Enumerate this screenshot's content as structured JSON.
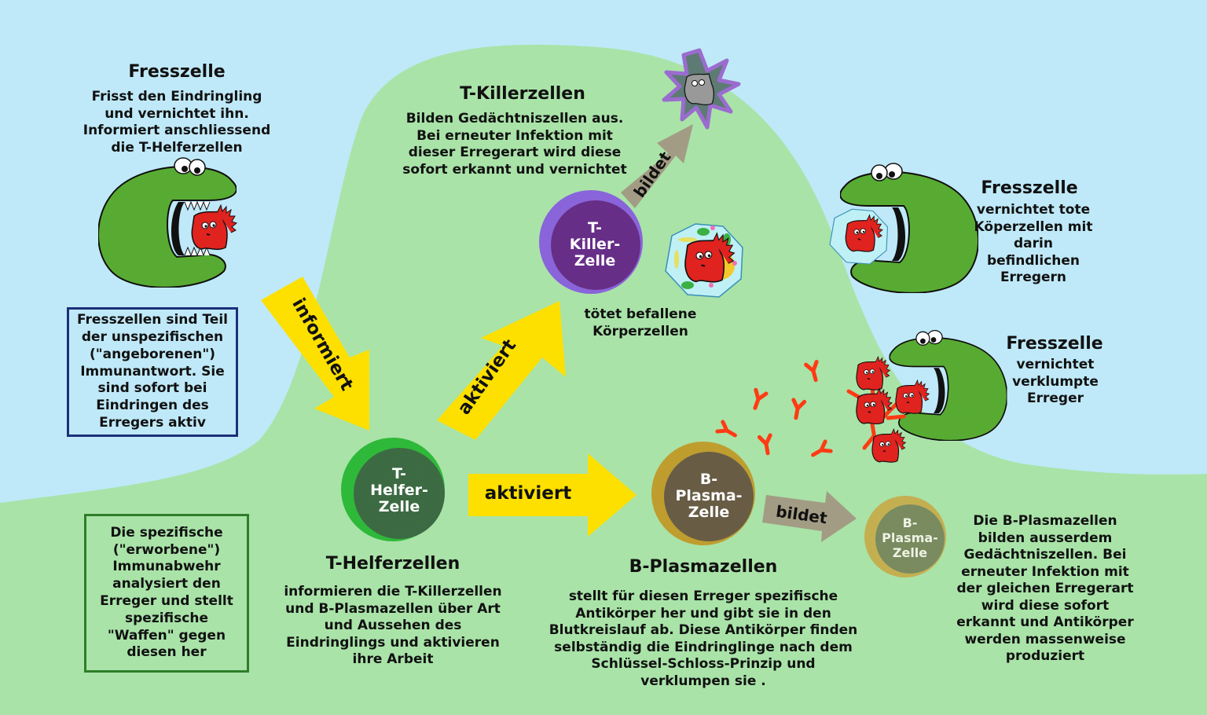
{
  "colors": {
    "sky": "#bfe9f8",
    "tissue": "#a9e3a8",
    "arrow_yellow": "#fde000",
    "arrow_gray": "#a39c84",
    "phagocyte_green": "#5bb034",
    "pathogen_red": "#e0231f",
    "antibody_red": "#ff3b14",
    "innate_box_border": "#1c2f78",
    "adaptive_box_border": "#2f7d2a"
  },
  "phagocyte_top_left": {
    "title": "Fresszelle",
    "text": "Frisst den Eindringling\nund vernichtet ihn.\nInformiert anschliessend\ndie T-Helferzellen"
  },
  "innate_box": {
    "text": "Fresszellen sind Teil\nder unspezifischen\n(\"angeborenen\")\nImmunantwort. Sie\nsind sofort bei\nEindringen des\nErregers aktiv"
  },
  "adaptive_box": {
    "text": "Die spezifische\n(\"erworbene\")\nImmunabwehr\nanalysiert den\nErreger und stellt\nspezifische\n\"Waffen\" gegen\ndiesen her"
  },
  "t_killer": {
    "title": "T-Killerzellen",
    "text": "Bilden Gedächtniszellen aus.\nBei erneuter Infektion mit\ndieser Erregerart wird diese\nsofort erkannt und vernichtet",
    "cell_label": "T-\nKiller-\nZelle",
    "action": "tötet befallene\nKörperzellen"
  },
  "t_helper": {
    "title": "T-Helferzellen",
    "text": "informieren die T-Killerzellen\nund B-Plasmazellen über Art\nund Aussehen des\nEindringlings und aktivieren\nihre Arbeit",
    "cell_label": "T-\nHelfer-\nZelle"
  },
  "b_plasma": {
    "title": "B-Plasmazellen",
    "text": "stellt für diesen Erreger spezifische\nAntikörper her und gibt sie in den\nBlutkreislauf ab. Diese Antikörper finden\nselbständig die Eindringlinge nach dem\nSchlüssel-Schloss-Prinzip und\nverklumpen sie .",
    "cell_label": "B-\nPlasma-\nZelle",
    "memory_cell_label": "B-\nPlasma-\nZelle",
    "memory_text": "Die B-Plasmazellen\nbilden ausserdem\nGedächtniszellen. Bei\nerneuter Infektion mit\nder gleichen Erregerart\nwird diese sofort\nerkannt und Antikörper\nwerden massenweise\nproduziert"
  },
  "phagocyte_right_1": {
    "title": "Fresszelle",
    "text": "vernichtet tote\nKöperzellen mit\ndarin\nbefindlichen\nErregern"
  },
  "phagocyte_right_2": {
    "title": "Fresszelle",
    "text": "vernichtet\nverklumpte\nErreger"
  },
  "arrows": {
    "informs": "informiert",
    "activates_killer": "aktiviert",
    "activates_plasma": "aktiviert",
    "forms_killer_memory": "bildet",
    "forms_plasma_memory": "bildet"
  }
}
